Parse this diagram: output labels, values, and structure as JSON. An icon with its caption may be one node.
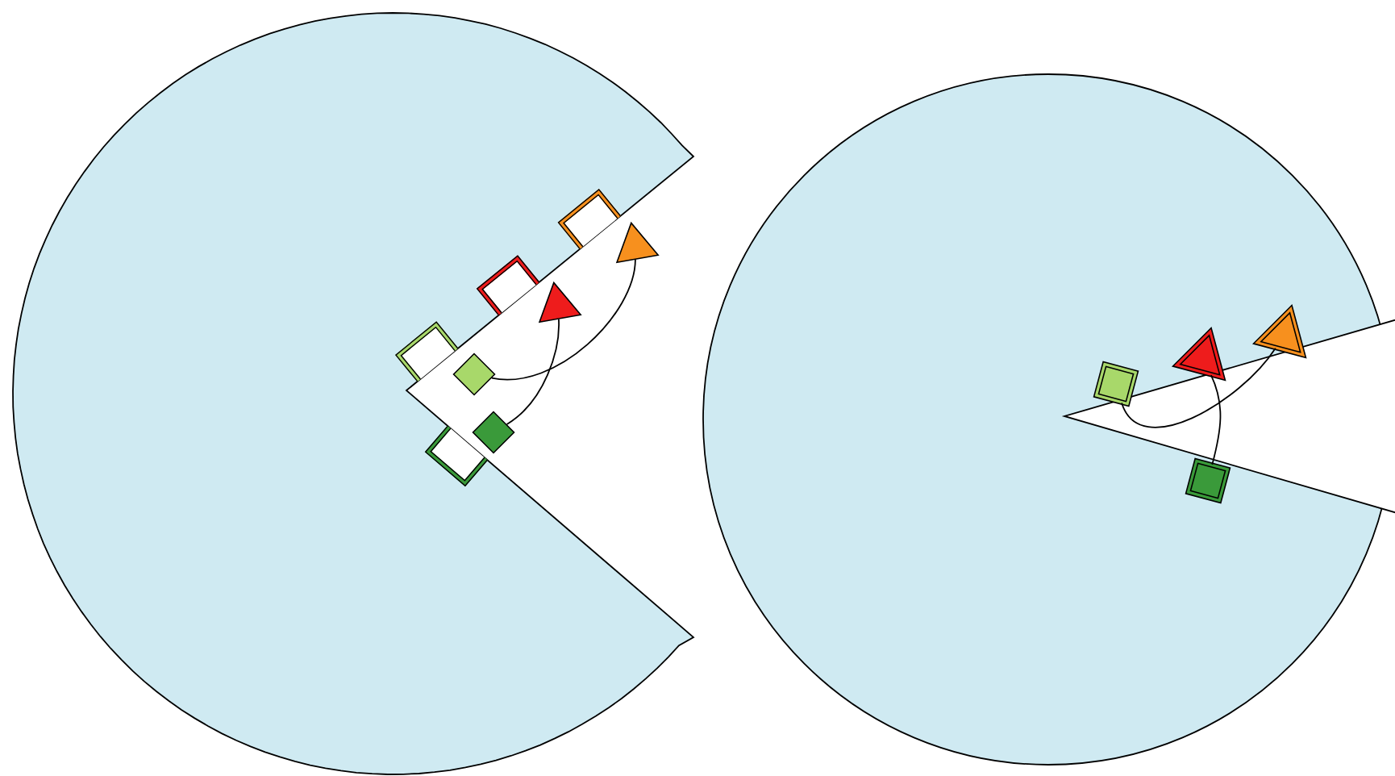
{
  "diagram": {
    "nodes": [
      {
        "text": [],
        "shape": "triangle"
      },
      {
        "text": [],
        "shape": "triangle"
      },
      {
        "text": [],
        "shape": "diamond"
      },
      {
        "text": [],
        "shape": "diamond"
      },
      {
        "text": [],
        "shape": "box"
      },
      {
        "text": [],
        "shape": "triangle"
      },
      {
        "text": [],
        "shape": "triangle"
      },
      {
        "text": [],
        "shape": "box"
      }
    ],
    "edges": [
      {
        "from": 2,
        "to": 0,
        "arrow": "none"
      },
      {
        "from": 3,
        "to": 1,
        "arrow": "none"
      },
      {
        "from": 4,
        "to": 6,
        "arrow": "none"
      },
      {
        "from": 7,
        "to": 5,
        "arrow": "none"
      }
    ]
  }
}
